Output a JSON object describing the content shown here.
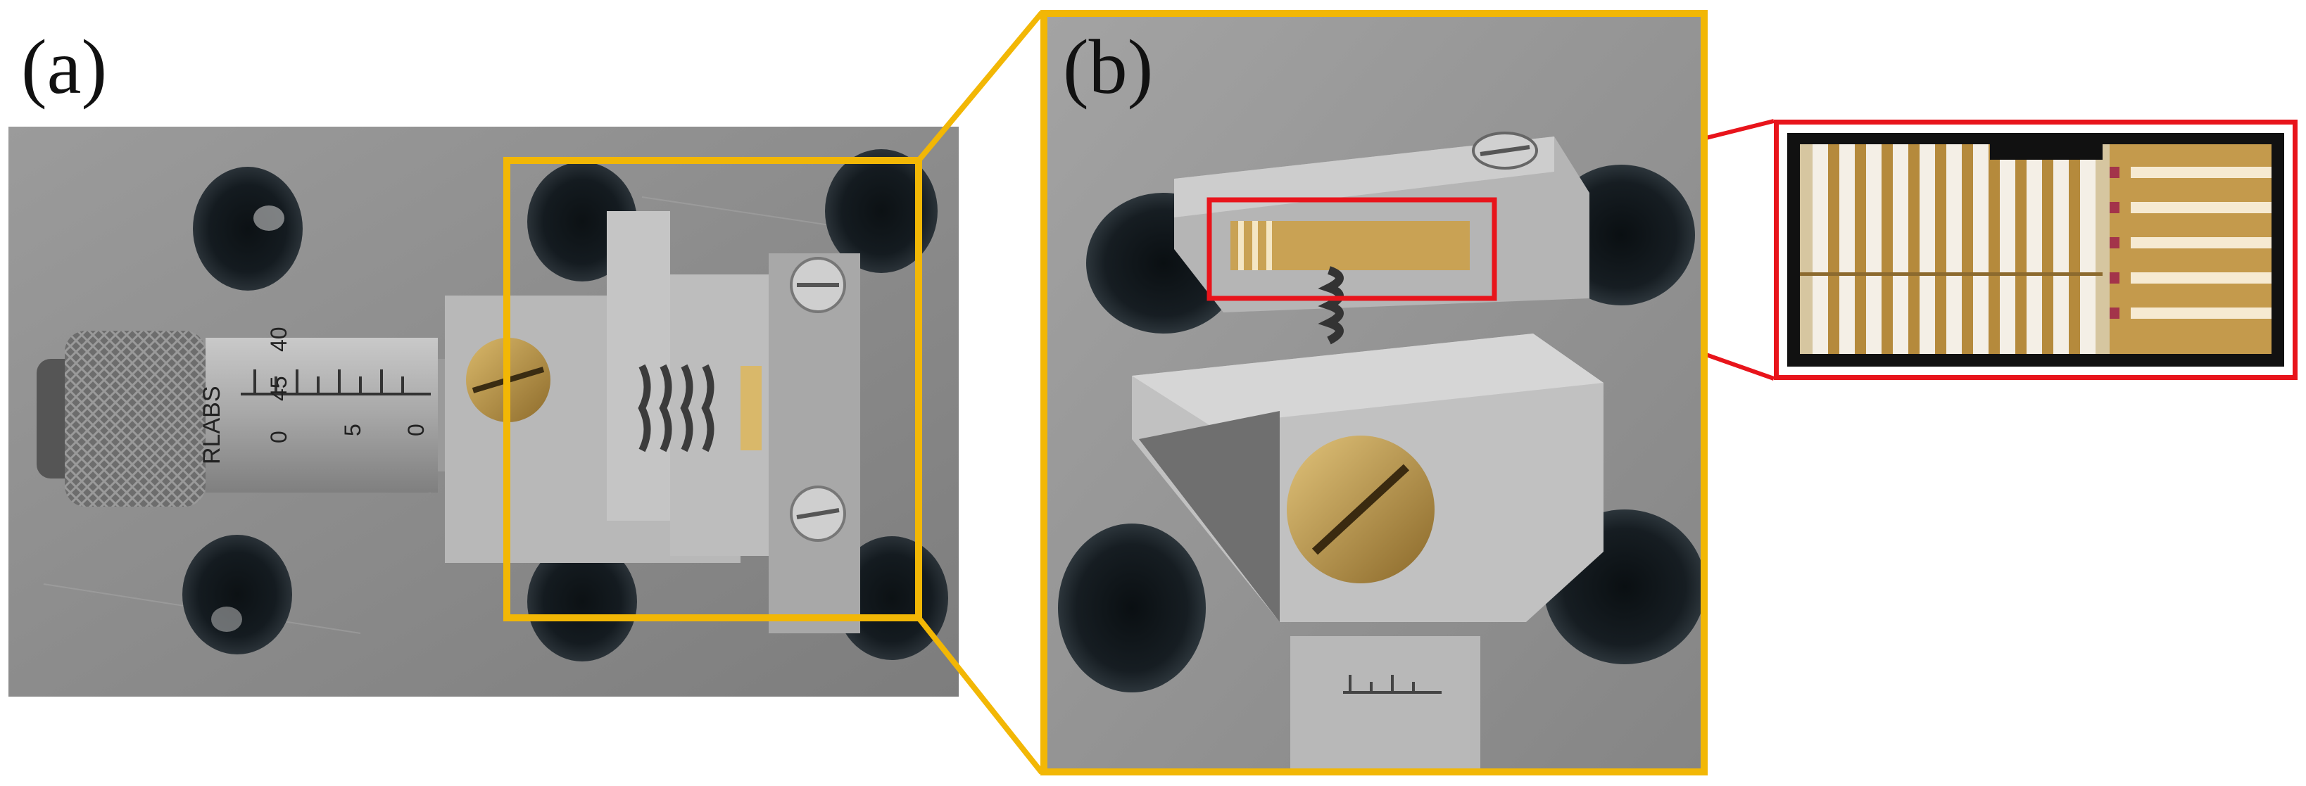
{
  "figure": {
    "panel_a": {
      "label": "(a)",
      "micrometer_text": {
        "brand": "RLABS",
        "scale_top": "40",
        "scale_mid": "45",
        "scale_bottom": "0",
        "sleeve_5": "5",
        "sleeve_0": "0"
      }
    },
    "panel_b": {
      "label": "(b)"
    },
    "colors": {
      "zoom_box_a": "#F2B705",
      "zoom_box_b": "#E8141B",
      "background": "#FFFFFF"
    }
  }
}
